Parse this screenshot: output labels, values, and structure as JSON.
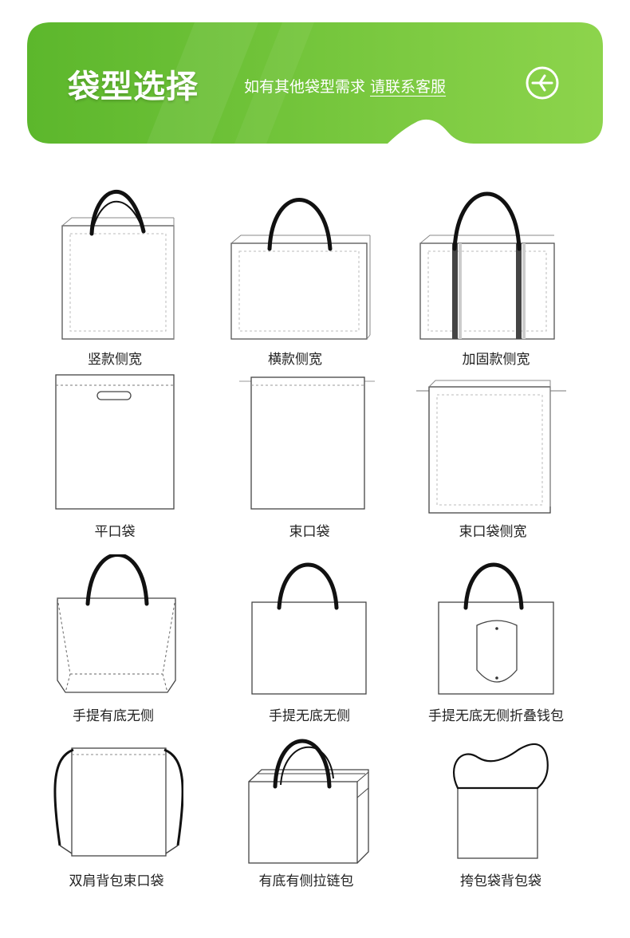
{
  "header": {
    "title": "袋型选择",
    "subtitle": "如有其他袋型需求",
    "link_label": "请联系客服",
    "accent_colors": [
      "#56b62a",
      "#8ed24a"
    ],
    "action_icon": "airplane-circle-icon"
  },
  "bag_types": [
    {
      "label": "竖款侧宽"
    },
    {
      "label": "横款侧宽"
    },
    {
      "label": "加固款侧宽"
    },
    {
      "label": "平口袋"
    },
    {
      "label": "束口袋"
    },
    {
      "label": "束口袋侧宽"
    },
    {
      "label": "手提有底无侧"
    },
    {
      "label": "手提无底无侧"
    },
    {
      "label": "手提无底无侧折叠钱包"
    },
    {
      "label": "双肩背包束口袋"
    },
    {
      "label": "有底有侧拉链包"
    },
    {
      "label": "挎包袋背包袋"
    }
  ]
}
